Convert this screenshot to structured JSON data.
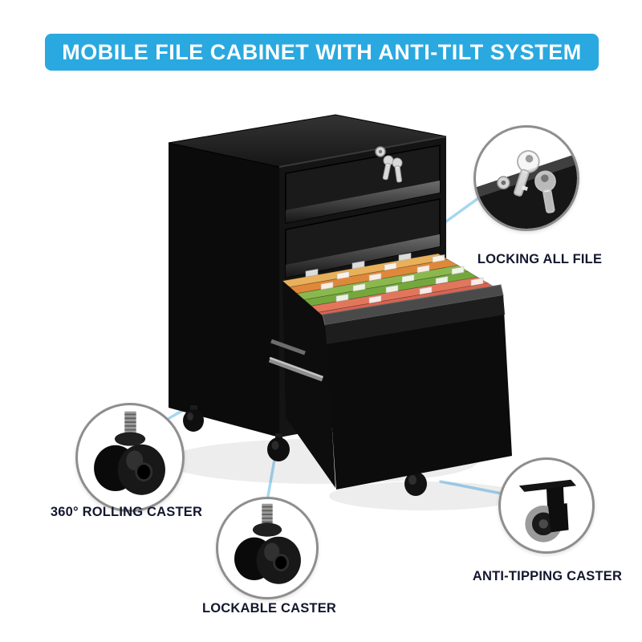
{
  "banner": {
    "title": "MOBILE FILE CABINET WITH ANTI-TILT SYSTEM",
    "bg_color": "#29a9e0",
    "text_color": "#ffffff"
  },
  "callouts": [
    {
      "id": "locking-all-file",
      "label": "LOCKING ALL FILE",
      "icon": "keys-icon"
    },
    {
      "id": "rolling-caster",
      "label": "360° ROLLING CASTER",
      "icon": "rolling-caster-icon"
    },
    {
      "id": "lockable-caster",
      "label": "LOCKABLE CASTER",
      "icon": "lockable-caster-icon"
    },
    {
      "id": "anti-tipping-caster",
      "label": "ANTI-TIPPING CASTER",
      "icon": "anti-tipping-caster-icon"
    }
  ],
  "colors": {
    "banner_blue": "#29a9e0",
    "label_text": "#14172e",
    "connector_line": "#a6d7f2",
    "circle_border": "#8e8e8e",
    "cabinet_black": "#121212",
    "folder_colors": [
      "#e8b05a",
      "#e0883a",
      "#8ab84e",
      "#74a83c",
      "#e2765c",
      "#d96450"
    ]
  }
}
